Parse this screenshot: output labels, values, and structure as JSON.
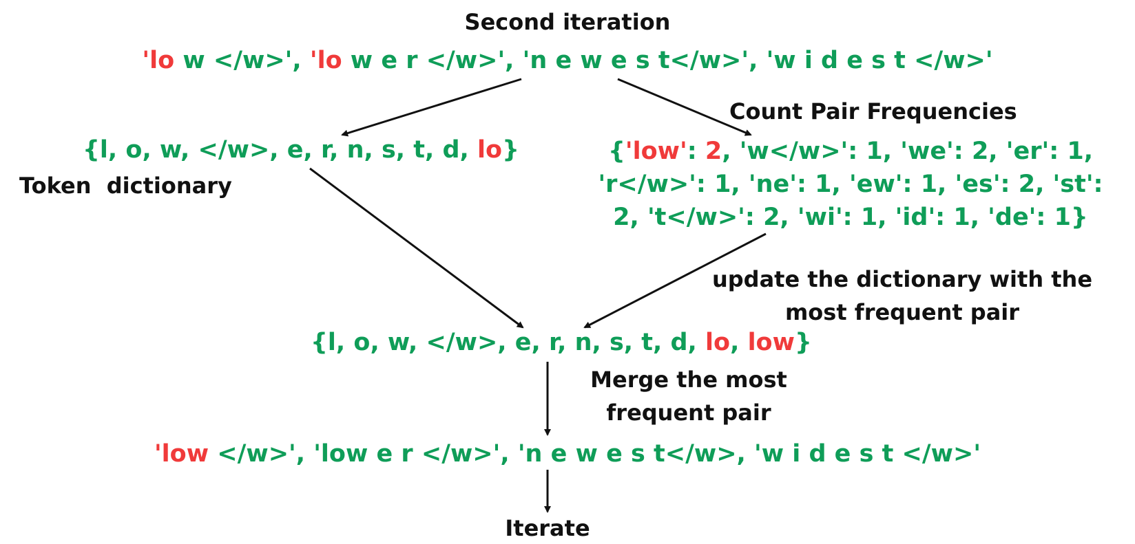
{
  "colors": {
    "green": "#0f9d58",
    "red": "#f03a3a",
    "black": "#111111",
    "background": "#ffffff"
  },
  "labels": {
    "title": "Second iteration",
    "count_pairs": "Count Pair Frequencies",
    "token_dictionary": "Token  dictionary",
    "update_line1": "update the dictionary with the",
    "update_line2": "most frequent pair",
    "merge_line1": "Merge the most",
    "merge_line2": "frequent pair",
    "iterate": "Iterate"
  },
  "corpus_top": {
    "w1_q": "'",
    "w1_red": "lo",
    "w1_rest": " w </w>', ",
    "w2_q": "'",
    "w2_red": "lo",
    "w2_rest": " w e r </w>', ",
    "w3": "'n e w e s t</w>', ",
    "w4": "'w i d e s t </w>'"
  },
  "token_dict": {
    "prefix": "{l, o, w, </w>, e, r, n, s, t, d, ",
    "new": "lo",
    "suffix": "}"
  },
  "pair_freqs": {
    "line1_open": "{",
    "line1_key": "'low'",
    "line1_colon": ": ",
    "line1_val": "2",
    "line1_rest": ", 'w</w>': 1, 'we': 2, 'er': 1,",
    "line2": "'r</w>': 1, 'ne': 1, 'ew': 1, 'es': 2, 'st':",
    "line3": "2, 't</w>': 2, 'wi': 1, 'id': 1, 'de': 1}"
  },
  "updated_dict": {
    "prefix": "{l, o, w, </w>, e, r, n, s, t, d, ",
    "new1": "lo",
    "sep": ", ",
    "new2": "low",
    "suffix": "}"
  },
  "corpus_bottom": {
    "w1_q": "'",
    "w1_red": "low",
    "w1_rest": " </w>', ",
    "w2": "'low e r </w>', ",
    "w3": "'n e w e s t</w>, ",
    "w4": "'w i d e s t </w>'"
  }
}
